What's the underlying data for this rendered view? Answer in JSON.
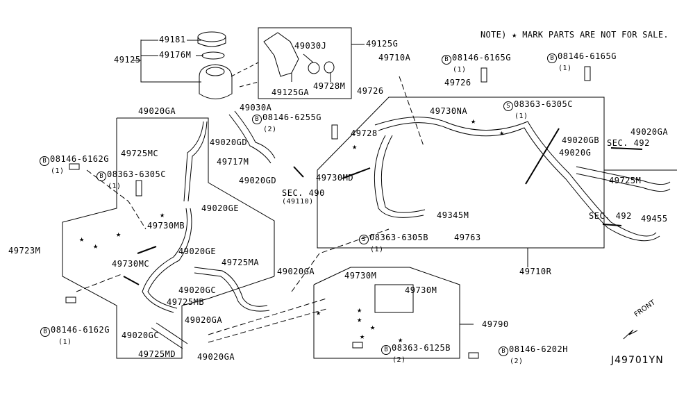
{
  "note": "NOTE) ★ MARK PARTS ARE NOT FOR SALE.",
  "diagram_code": "J49701YN",
  "front_label": "FRONT",
  "star_glyph": "★",
  "callouts": {
    "p49181": "49181",
    "p49176M": "49176M",
    "p49125": "49125",
    "p49125G": "49125G",
    "p49030J": "49030J",
    "p49728M": "49728M",
    "p49125GA": "49125GA",
    "p49030A": "49030A",
    "p49710A": "49710A",
    "p49726a": "49726",
    "p49726b": "49726",
    "p49020GA_top": "49020GA",
    "p49020GD_a": "49020GD",
    "p49717M": "49717M",
    "p49020GD_b": "49020GD",
    "p49728": "49728",
    "p49730MD": "49730MD",
    "p49730NA": "49730NA",
    "p49020GB": "49020GB",
    "p49020G": "49020G",
    "p49020GA_right": "49020GA",
    "p49725M": "49725M",
    "p49455": "49455",
    "p49345M": "49345M",
    "p49763": "49763",
    "p49710R": "49710R",
    "p49725MC": "49725MC",
    "p49020GE_a": "49020GE",
    "p49020GE_b": "49020GE",
    "p49730MB": "49730MB",
    "p49723M": "49723M",
    "p49730MC": "49730MC",
    "p49725MA": "49725MA",
    "p49020GA_mid": "49020GA",
    "p49020GC_a": "49020GC",
    "p49725MB": "49725MB",
    "p49020GA_low1": "49020GA",
    "p49020GC_b": "49020GC",
    "p49725MD": "49725MD",
    "p49020GA_low2": "49020GA",
    "p49730M_a": "49730M",
    "p49730M_b": "49730M",
    "p49790": "49790"
  },
  "bolts": {
    "b_6255G": {
      "prefix": "B",
      "part": "08146-6255G",
      "qty": "(2)"
    },
    "b_6165G_a": {
      "prefix": "B",
      "part": "08146-6165G",
      "qty": "(1)"
    },
    "b_6165G_b": {
      "prefix": "B",
      "part": "08146-6165G",
      "qty": "(1)"
    },
    "s_6305C_right": {
      "prefix": "S",
      "part": "08363-6305C",
      "qty": "(1)"
    },
    "b_6162G_top": {
      "prefix": "B",
      "part": "08146-6162G",
      "qty": "(1)"
    },
    "b_6305C_left": {
      "prefix": "B",
      "part": "08363-6305C",
      "qty": "(1)"
    },
    "s_6305B": {
      "prefix": "S",
      "part": "08363-6305B",
      "qty": "(1)"
    },
    "b_6162G_low": {
      "prefix": "B",
      "part": "08146-6162G",
      "qty": "(1)"
    },
    "b_6125B": {
      "prefix": "B",
      "part": "08363-6125B",
      "qty": "(2)"
    },
    "b_6202H": {
      "prefix": "B",
      "part": "08146-6202H",
      "qty": "(2)"
    }
  },
  "sections": {
    "sec490": "SEC. 490",
    "sec490_sub": "(49110)",
    "sec492_a": "SEC. 492",
    "sec492_b": "SEC. 492"
  }
}
